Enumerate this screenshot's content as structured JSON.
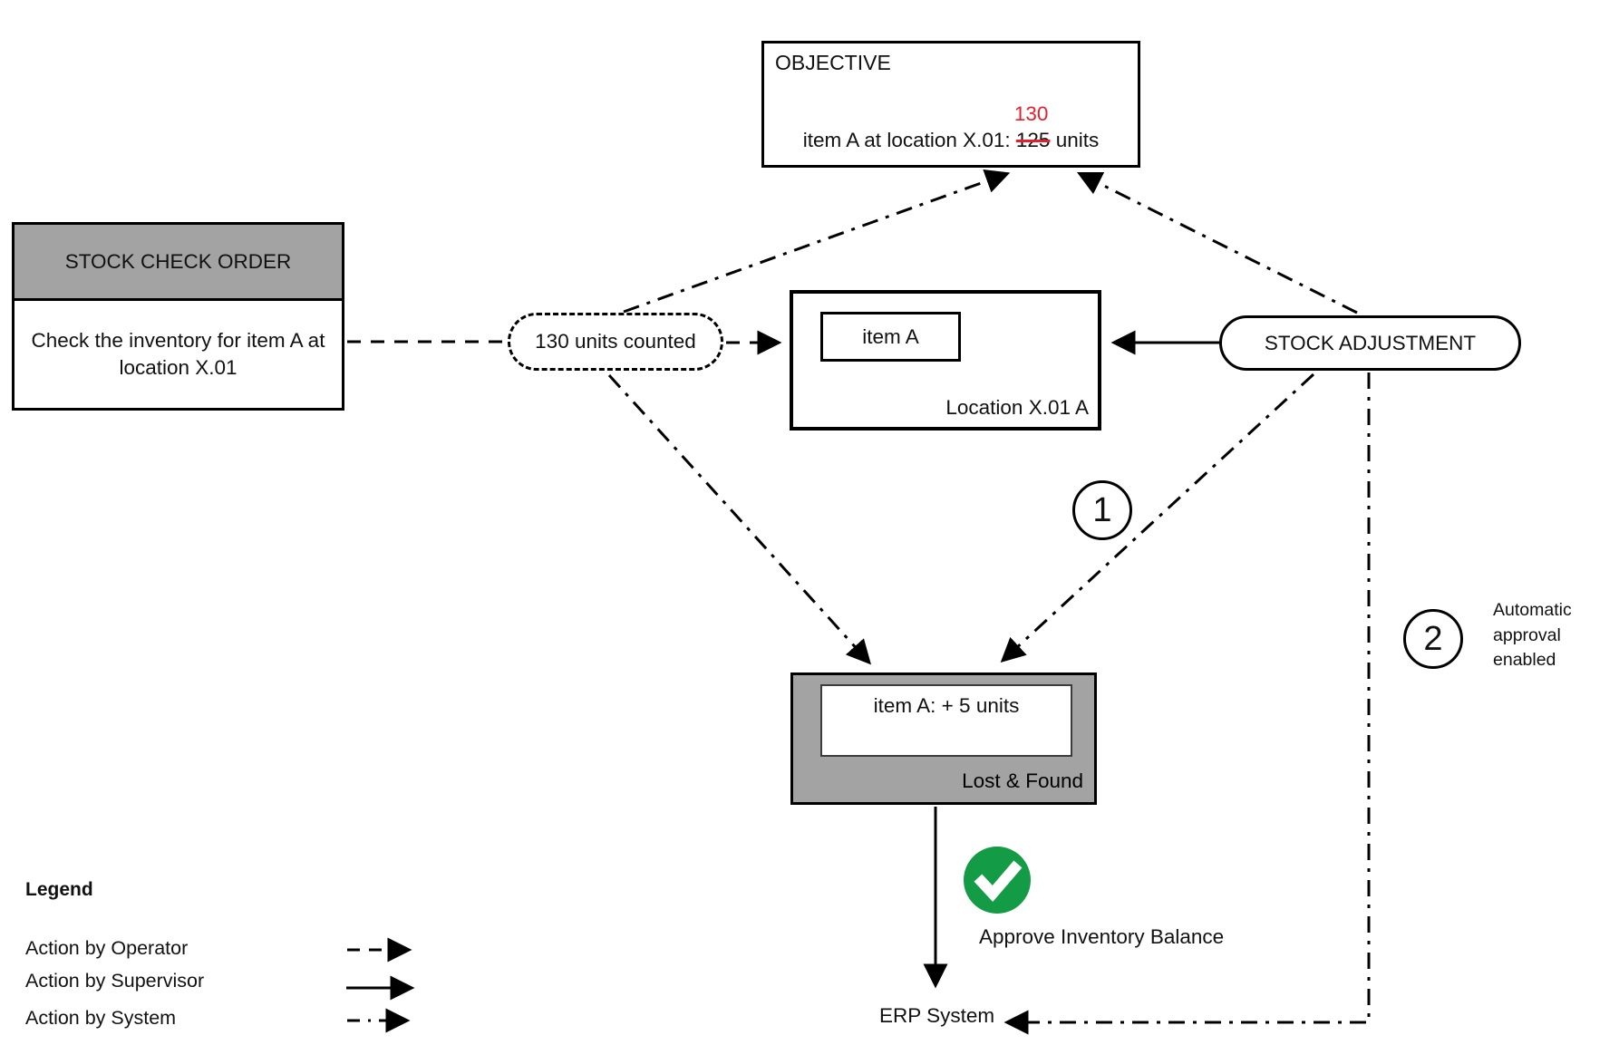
{
  "objective": {
    "title": "OBJECTIVE",
    "text_prefix": "item A at location X.01: ",
    "old_value": "125",
    "new_value": "130",
    "text_suffix": " units"
  },
  "stock_check_order": {
    "title": "STOCK CHECK ORDER",
    "body": "Check the inventory for item A at location X.01"
  },
  "counted_note": {
    "label": "130 units counted"
  },
  "location_box": {
    "item_label": "item A",
    "location_label": "Location X.01 A"
  },
  "stock_adjustment": {
    "label": "STOCK ADJUSTMENT"
  },
  "lost_found": {
    "item_label": "item A: + 5 units",
    "location_label": "Lost & Found"
  },
  "annotations": {
    "step1": "1",
    "step2": "2",
    "auto_approval": "Automatic approval enabled",
    "approve_label": "Approve Inventory Balance",
    "erp_label": "ERP System"
  },
  "legend": {
    "title": "Legend",
    "items": [
      {
        "label": "Action by Operator",
        "style": "dashed"
      },
      {
        "label": "Action by Supervisor",
        "style": "solid"
      },
      {
        "label": "Action by System",
        "style": "dashdot"
      }
    ]
  },
  "icons": {
    "approve": "check-circle-icon"
  },
  "colors": {
    "accent_red": "#e4202c",
    "approve_green": "#149b45",
    "box_gray": "#a3a3a3",
    "line_black": "#000000"
  }
}
